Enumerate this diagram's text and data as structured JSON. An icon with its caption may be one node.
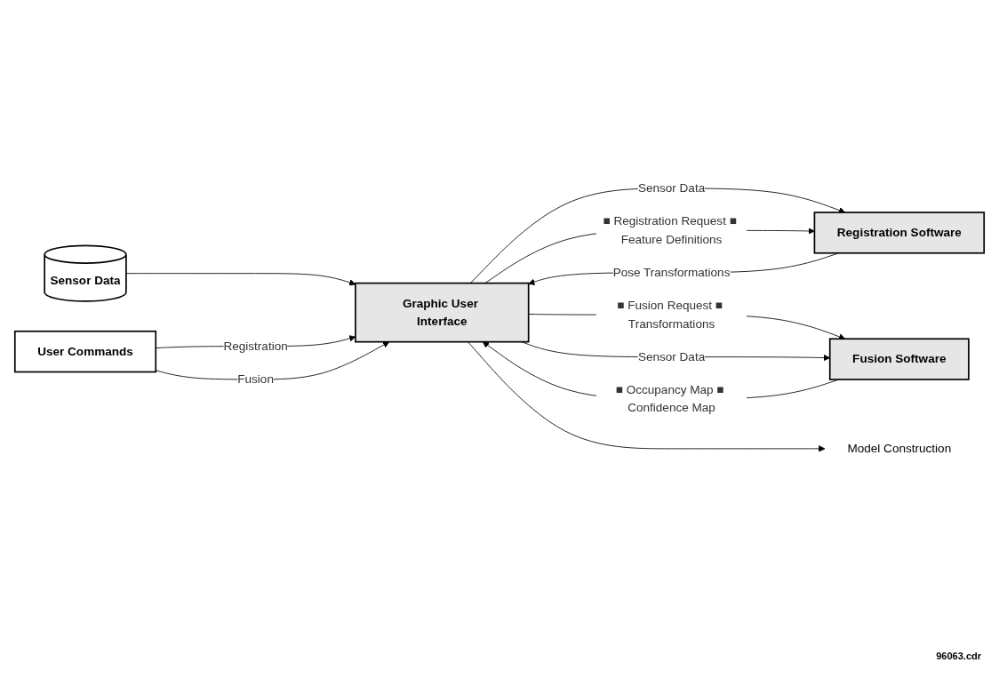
{
  "diagram": {
    "nodes": [
      {
        "text": [
          "Sensor Data"
        ]
      },
      {
        "text": [
          "User Commands"
        ]
      },
      {
        "text": [
          "Graphic User Interface"
        ]
      },
      {
        "text": [
          "Registration Software"
        ]
      },
      {
        "text": [
          "Fusion Software"
        ]
      },
      {
        "text": [
          "Model Construction"
        ]
      }
    ],
    "edges": [
      {
        "from": 0,
        "to": 2,
        "arrow": "to"
      },
      {
        "from": 1,
        "to": 2,
        "label": "Registration",
        "arrow": "to"
      },
      {
        "from": 1,
        "to": 2,
        "label": "Fusion",
        "arrow": "to"
      },
      {
        "from": 2,
        "to": 3,
        "label": "Sensor Data",
        "arrow": "to"
      },
      {
        "from": 2,
        "to": 3,
        "label": "■ Registration Request ■ Feature Definitions",
        "arrow": "to"
      },
      {
        "from": 3,
        "to": 2,
        "label": "Pose Transformations",
        "arrow": "to"
      },
      {
        "from": 2,
        "to": 4,
        "label": "■ Fusion Request ■ Transformations",
        "arrow": "to"
      },
      {
        "from": 4,
        "to": 2,
        "label": "■ Occupancy Map ■ Confidence Map",
        "arrow": "to"
      },
      {
        "from": 2,
        "to": 5,
        "arrow": "to"
      },
      {
        "from": 2,
        "to": 4,
        "label": "Sensor Data",
        "arrow": "to"
      }
    ],
    "labels": [
      "96063.cdr"
    ]
  }
}
